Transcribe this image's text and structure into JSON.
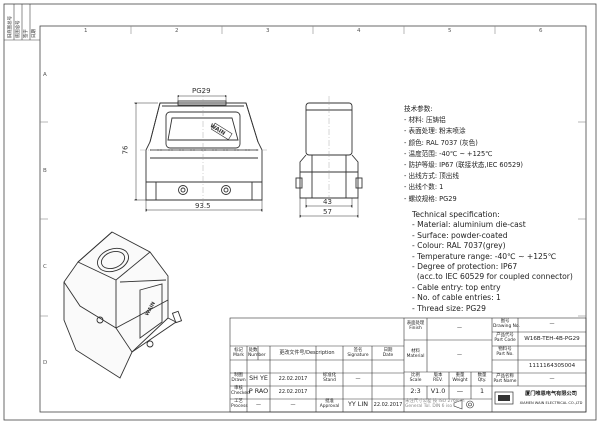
{
  "drawing": {
    "grid_cols": [
      "1",
      "2",
      "3",
      "4",
      "5",
      "6"
    ],
    "grid_rows": [
      "A",
      "B",
      "C",
      "D"
    ],
    "left_strip": [
      "旧底图总号",
      "底图总号",
      "签字",
      "日期"
    ],
    "dims": {
      "top_width": "PG29",
      "height": "76",
      "width": "93.5",
      "side_inner": "43",
      "side_outer": "57"
    },
    "logo": "WAIN",
    "spec_cn": {
      "title": "技术参数:",
      "lines": [
        "- 材料: 压铸铝",
        "- 表面处理: 粉末喷涂",
        "- 颜色: RAL 7037 (灰色)",
        "- 温度范围: -40℃ ~ +125℃",
        "- 防护等级: IP67 (联接状态,IEC 60529)",
        "- 出线方式: 顶出线",
        "- 出线个数: 1",
        "- 螺纹规格: PG29"
      ]
    },
    "spec_en": {
      "title": "Technical specification:",
      "lines": [
        "- Material: aluminium die-cast",
        "- Surface: powder-coated",
        "- Colour: RAL 7037(grey)",
        "- Temperature range: -40℃ ~ +125℃",
        "- Degree of protection: IP67",
        "  (acc.to IEC 60529 for coupled connector)",
        "- Cable entry: top entry",
        "- No. of cable entries: 1",
        "- Thread size: PG29"
      ]
    },
    "title_block": {
      "finish_cn": "表面处理",
      "finish_en": "Finish",
      "finish_val": "—",
      "material_cn": "材料",
      "material_en": "Material",
      "material_val": "—",
      "drawing_no_cn": "图号",
      "drawing_no_en": "Drawing No.",
      "drawing_no_val": "—",
      "part_code_cn": "产品代号",
      "part_code_en": "Part Code",
      "part_code_val": "W16B-TEH-4B-PG29",
      "part_no_cn": "物料号",
      "part_no_en": "Part No.",
      "part_no_val": "1111164305004",
      "part_name_cn": "产品名称",
      "part_name_en": "Part Name",
      "part_name_val": "—",
      "rev_header": {
        "mark": "标记",
        "mark_en": "Mark",
        "number": "处数",
        "number_en": "Number",
        "change_doc": "更改文件号/Description",
        "sign": "签名",
        "sign_en": "Signature",
        "date": "日期",
        "date_en": "Date"
      },
      "rows": [
        {
          "cn": "制图",
          "en": "Drawn",
          "name": "SH YE",
          "date": "22.02.2017",
          "role_cn": "标准化",
          "role_en": "Stand",
          "role_val": "—"
        },
        {
          "cn": "审核",
          "en": "Checked",
          "name": "P RAO",
          "date": "22.02.2017",
          "role_cn": "",
          "role_en": "",
          "role_val": "—"
        },
        {
          "cn": "工艺",
          "en": "Process",
          "name": "—",
          "date": "—",
          "role_cn": "批准",
          "role_en": "Approval",
          "role_val": "YY LIN",
          "role_date": "22.02.2017"
        }
      ],
      "scale_cn": "比例",
      "scale_en": "Scale",
      "scale_val": "2:3",
      "version_cn": "版本",
      "version_en": "REV.",
      "version_val": "V1.0",
      "weight_cn": "重量",
      "weight_en": "Weight",
      "weight_val": "—",
      "qty_cn": "数量",
      "qty_en": "Qty.",
      "qty_val": "1",
      "company_cn": "厦门唯恩电气有限公司",
      "company_en": "XIAMEN WAIN ELECTRICAL CO.,LTD",
      "tolerance": "未注尺寸公差 按 ISO 2768-m",
      "tolerance2": "General Tol. DIN 6 iso"
    }
  }
}
